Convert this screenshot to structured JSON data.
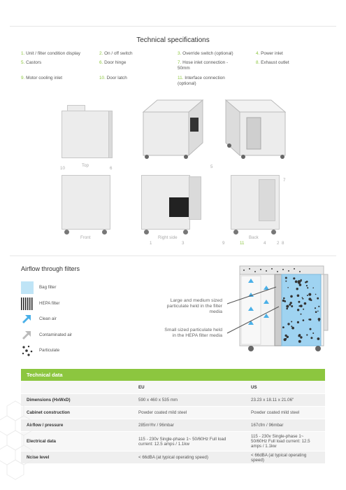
{
  "title": "Technical specifications",
  "legend": [
    {
      "num": "1.",
      "text": "Unit / filter condition display"
    },
    {
      "num": "2.",
      "text": "On / off switch"
    },
    {
      "num": "3.",
      "text": "Override switch (optional)"
    },
    {
      "num": "4.",
      "text": "Power inlet"
    },
    {
      "num": "5.",
      "text": "Castors"
    },
    {
      "num": "6.",
      "text": "Door hinge"
    },
    {
      "num": "7.",
      "text": "Hose inlet connection - 50mm"
    },
    {
      "num": "8.",
      "text": "Exhaust outlet"
    },
    {
      "num": "9.",
      "text": "Motor cooling inlet"
    },
    {
      "num": "10.",
      "text": "Door latch"
    },
    {
      "num": "11.",
      "text": "Interface connection (optional)"
    }
  ],
  "views": {
    "top": "Top",
    "front": "Front",
    "right_side": "Right side",
    "back": "Back"
  },
  "markers": {
    "m10": "10",
    "m6": "6",
    "m5": "5",
    "m7": "7",
    "m1": "1",
    "m3": "3",
    "m9": "9",
    "m11": "11",
    "m4": "4",
    "m2": "2",
    "m8": "8"
  },
  "airflow": {
    "title": "Airflow through filters",
    "keys": [
      "Bag filter",
      "HEPA filter",
      "Clean air",
      "Contaminated air",
      "Particulate"
    ],
    "callout1": "Large and medium sized particulate held in the filter media",
    "callout2": "Small sized particulate held in the HEPA filter media"
  },
  "table": {
    "title": "Technical data",
    "columns": [
      "",
      "EU",
      "US"
    ],
    "rows": [
      [
        "Dimensions (HxWxD)",
        "590 x 460 x 535 mm",
        "23.23 x 18.11 x 21.06\""
      ],
      [
        "Cabinet construction",
        "Powder coated mild steel",
        "Powder coated mild steel"
      ],
      [
        "Airflow / pressure",
        "285m³/hr / 96mbar",
        "167cfm / 96mbar"
      ],
      [
        "Electrical data",
        "115 - 230v Single-phase 1~ 50/60Hz Full load current: 12.5 amps / 1.1kw",
        "115 - 230v Single-phase 1~ 50/60Hz Full load current: 12.5 amps / 1.1kw"
      ],
      [
        "Noise level",
        "< 66dBA (at typical operating speed)",
        "< 66dBA (at typical operating speed)"
      ]
    ]
  },
  "colors": {
    "accent": "#8cc63f",
    "bag_filter": "#bfe4f6",
    "hepa": "#9fd3f1"
  }
}
